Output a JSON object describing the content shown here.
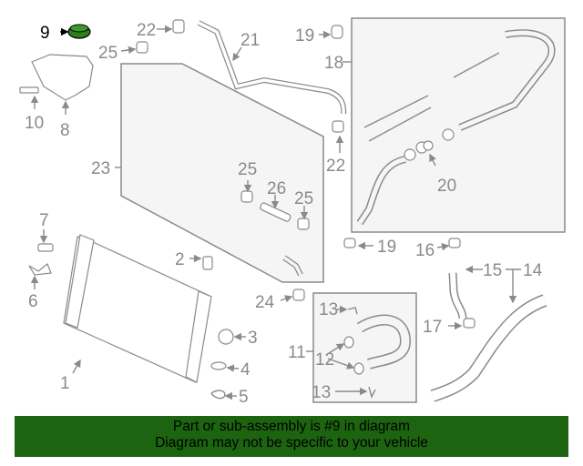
{
  "diagram": {
    "highlighted_part": "9",
    "highlight_color": "#2e7d1e",
    "callouts": {
      "p1": "1",
      "p2": "2",
      "p3": "3",
      "p4": "4",
      "p5": "5",
      "p6": "6",
      "p7": "7",
      "p8": "8",
      "p9": "9",
      "p10": "10",
      "p11": "11",
      "p12": "12",
      "p13a": "13",
      "p13b": "13",
      "p14": "14",
      "p15": "15",
      "p16": "16",
      "p17": "17",
      "p18": "18",
      "p19a": "19",
      "p19b": "19",
      "p20": "20",
      "p21": "21",
      "p22a": "22",
      "p22b": "22",
      "p23": "23",
      "p24": "24",
      "p25a": "25",
      "p25b": "25",
      "p25c": "25",
      "p26": "26"
    }
  },
  "banner": {
    "line1": "Part or sub-assembly is #9 in diagram",
    "line2": "Diagram may not be specific to your vehicle",
    "background": "#1c6410"
  }
}
